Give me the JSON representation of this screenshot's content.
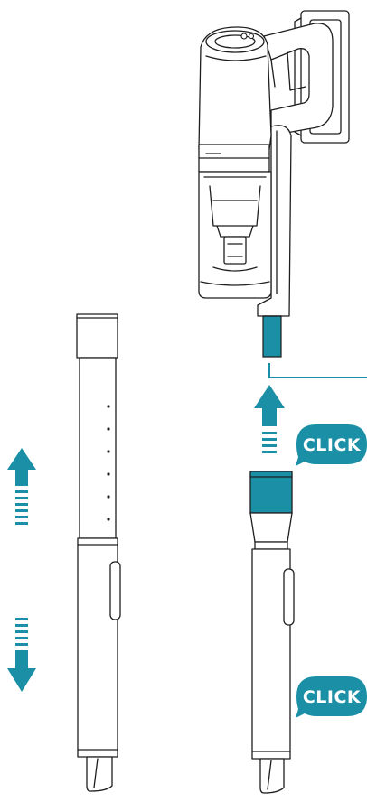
{
  "colors": {
    "accent": "#1a8fa6",
    "line": "#1e1e1e",
    "background": "#ffffff"
  },
  "callouts": [
    {
      "id": "click-top",
      "text": "CLICK",
      "icon": "speech-bubble"
    },
    {
      "id": "click-bottom",
      "text": "CLICK",
      "icon": "speech-bubble"
    }
  ],
  "arrows": [
    {
      "id": "extend-up",
      "direction": "up",
      "icon": "arrow-up-icon"
    },
    {
      "id": "retract-down",
      "direction": "down",
      "icon": "arrow-down-icon"
    },
    {
      "id": "insert-up",
      "direction": "up",
      "icon": "arrow-up-icon"
    }
  ]
}
